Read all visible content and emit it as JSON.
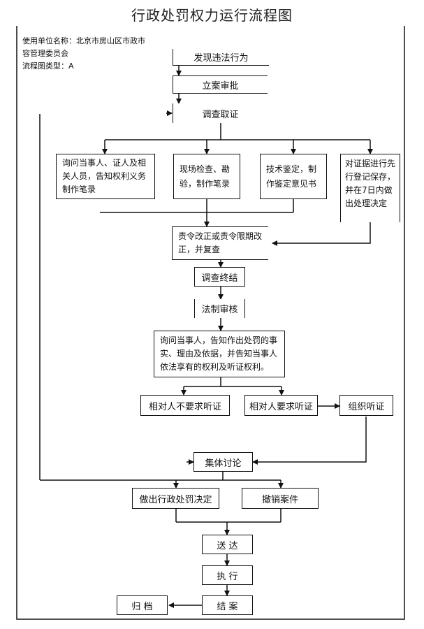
{
  "title": "行政处罚权力运行流程图",
  "meta": {
    "unit_line1": "使用单位名称：北京市房山区市政市",
    "unit_line2": "容管理委员会",
    "type_line": "流程图类型：A"
  },
  "nodes": {
    "discover": "发现违法行为",
    "file_approve": "立案审批",
    "investigate": "调查取证",
    "inquire_parties": "询问当事人、证人及相关人员，告知权利义务制作笔录",
    "site_inspection": "现场检查、勘验，制作笔录",
    "technical_appraisal": "技术鉴定，制作鉴定意见书",
    "evidence_preservation": "对证据进行先行登记保存，并在7日内做出处理决定",
    "order_correction": "责令改正或责令限期改正，并复查",
    "investigation_end": "调查终结",
    "legal_review": "法制审核",
    "notify_party": "询问当事人，告知作出处罚的事实、理由及依据，并告知当事人依法享有的权利及听证权利。",
    "no_hearing": "相对人不要求听证",
    "request_hearing": "相对人要求听证",
    "organize_hearing": "组织听证",
    "collective_discussion": "集体讨论",
    "make_decision": "做出行政处罚决定",
    "revoke_case": "撤销案件",
    "deliver": "送 达",
    "execute": "执 行",
    "close_case": "结 案",
    "archive": "归 档"
  }
}
